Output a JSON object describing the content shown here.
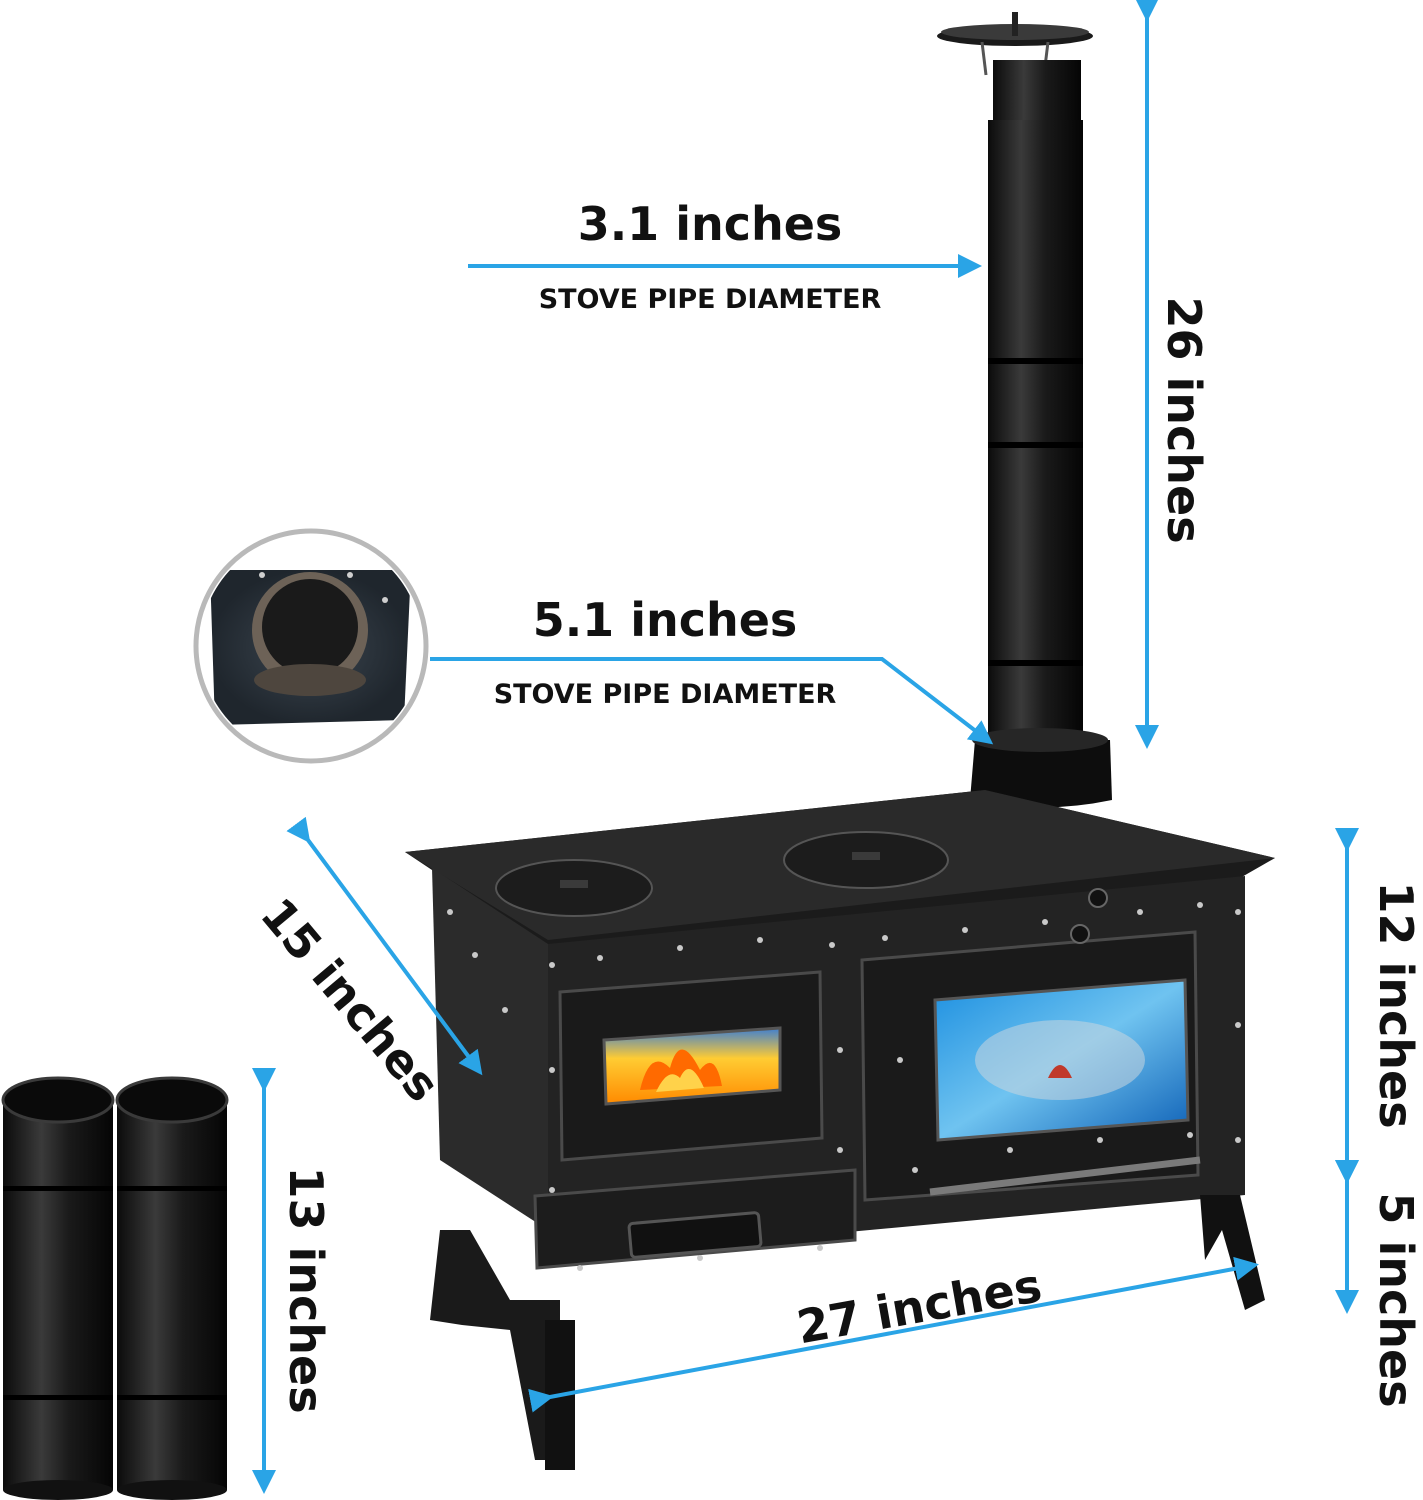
{
  "accent_color": "#2aa4e6",
  "labels": {
    "top_pipe_size": "3.1 inches",
    "top_pipe_caption": "STOVE PIPE DIAMETER",
    "collar_size": "5.1 inches",
    "collar_caption": "STOVE PIPE DIAMETER",
    "chimney_height": "26 inches",
    "depth": "15 inches",
    "width": "27 inches",
    "body_height": "12 inches",
    "leg_height": "5 inches",
    "extra_pipe_length": "13 inches"
  }
}
